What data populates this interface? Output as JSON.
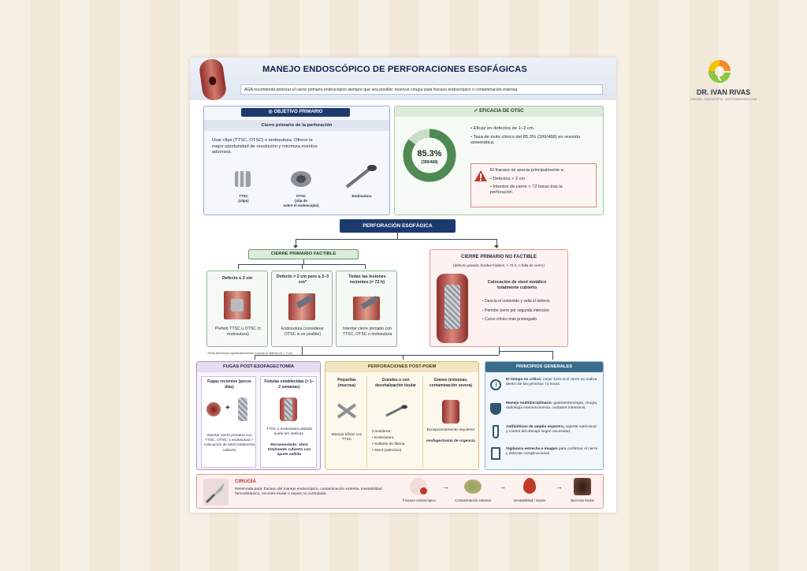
{
  "logo": {
    "name": "DR. IVAN RIVAS",
    "tagline": "CIRUGÍA · ENDOSCOPIA · GASTROENTEROLOGÍA",
    "colors": [
      "#f28c28",
      "#8dc63f",
      "#f5c200"
    ]
  },
  "header": {
    "title": "MANEJO ENDOSCÓPICO DE PERFORACIONES ESOFÁGICAS",
    "note": "AGA recomienda priorizar el cierre primario endoscópico siempre que sea posible; reservar cirugía para fracaso endoscópico o contaminación extensa."
  },
  "objective": {
    "title": "OBJETIVO PRIMARIO",
    "subtitle": "Cierre primario de la perforación",
    "body": "Usar clips (TTSC, OTSC) o endosutura. Ofrece la mejor oportunidad de resolución y minimiza eventos adversos.",
    "tools": [
      {
        "label": "TTSC\n(clips)"
      },
      {
        "label": "OTSC\n(clip de\nsobre el endoscopio)"
      },
      {
        "label": "Endosutura"
      }
    ]
  },
  "efficacy": {
    "title": "EFICACIA DE OTSC",
    "donut_value": "85.3%",
    "donut_sub": "(399/468)",
    "success_fraction": 0.853,
    "bullets": [
      "Eficaz en defectos de 1–2 cm.",
      "Tasa de éxito clínico del 85.3% (399/468) en revisión sistemática."
    ],
    "warning_title": "El fracaso se asocia principalmente a:",
    "warning_items": [
      "Defectos > 2 cm",
      "Intentos de cierre > 72 horas tras la perforación"
    ]
  },
  "root": "PERFORACIÓN ESOFÁGICA",
  "feasible": {
    "title": "CIERRE PRIMARIO FACTIBLE",
    "cols": [
      {
        "head": "Defecto ≤ 2 cm",
        "text": "Preferir TTSC u OTSC (± endosutura)"
      },
      {
        "head": "Defecto > 2 cm pero ≤ 2–3 cm*",
        "text": "Endosutura (considerar OTSC si es posible)"
      },
      {
        "head": "Todas las lesiones recientes (< 72 h)",
        "text": "Intentar cierre primario con TTSC, OTSC o endosutura"
      }
    ],
    "footnote": "*Éxito disminuye significativamente cuando el defecto es > 2 cm."
  },
  "notfeasible": {
    "title": "CIERRE PRIMARIO NO FACTIBLE",
    "subtitle": "(defecto grande, bordes friables, > 72 h, o falla de cierre)",
    "stent_title": "Colocación de stent metálico totalmente cubierto",
    "bullets": [
      "Desvía el contenido y sella el defecto",
      "Permite cierre por segunda intención",
      "Curso clínico más prolongado"
    ]
  },
  "leaks": {
    "title": "FUGAS POST-ESOFAGECTOMÍA",
    "cols": [
      {
        "head": "Fugas recientes (pocos días)",
        "text": "Intentar cierre primario con TTSC, OTSC o endosutura + colocación de stent totalmente cubierto"
      },
      {
        "head": "Fístulas establecidas (> 1–2 semanas)",
        "text": "TTSC o endosutura aislado suele ser ineficaz.",
        "rec": "Recomendado: stent totalmente cubierto con ajuste ceñido"
      }
    ]
  },
  "poem": {
    "title": "PERFORACIONES POST-POEM",
    "cols": [
      {
        "head": "Pequeñas (mucosa)",
        "text": "Manejo eficaz con TTSC"
      },
      {
        "head": "Grandes o con desvitalización tisular",
        "text": "Considerar:",
        "items": [
          "Endosutura",
          "Sellante de fibrina",
          "Stent (selectivo)"
        ]
      },
      {
        "head": "Graves (extensas, contaminación severa)",
        "text": "Excepcionalmente requieren",
        "rec": "esofagectomía de urgencia"
      }
    ]
  },
  "principles": {
    "title": "PRINCIPIOS GENERALES",
    "items": [
      {
        "icon": "clock-icon",
        "head": "El tiempo es crítico:",
        "text": "mejor éxito si el cierre se realiza dentro de las primeras 72 horas."
      },
      {
        "icon": "shield-icon",
        "head": "Manejo multidisciplinario:",
        "text": "gastroenterología, cirugía, radiología intervencionista, cuidados intensivos."
      },
      {
        "icon": "vial-icon",
        "head": "Antibióticos de amplio espectro,",
        "text": "soporte nutricional y control del drenaje según necesidad."
      },
      {
        "icon": "clipboard-icon",
        "head": "Vigilancia estrecha e imagen",
        "text": "para confirmar el cierre y detectar complicaciones."
      }
    ]
  },
  "surgery": {
    "title": "CIRUGÍA",
    "text": "Reservada para: fracaso del manejo endoscópico, contaminación extensa, inestabilidad hemodinámica, necrosis tisular o sepsis no controlada.",
    "steps": [
      "Fracaso endoscópico",
      "Contaminación extensa",
      "Inestabilidad / sepsis",
      "Necrosis tisular"
    ]
  },
  "colors": {
    "navy": "#1c3a6e",
    "green": "#5b8f5e",
    "purple": "#6b4f8f",
    "gold": "#c8952c",
    "teal": "#3a6d8c",
    "red": "#b23a3a"
  }
}
